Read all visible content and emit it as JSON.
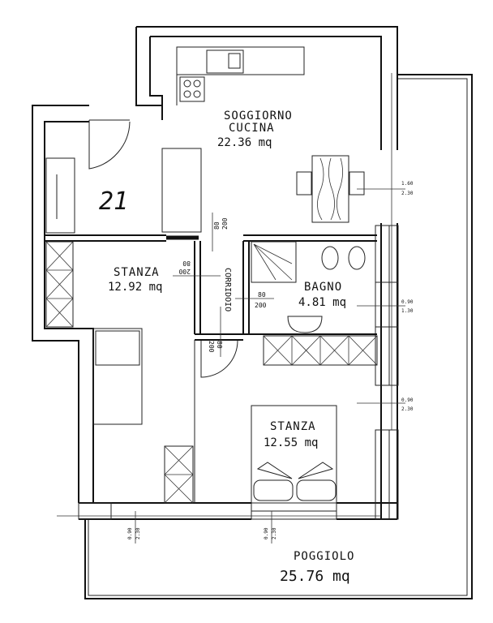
{
  "apartment_number": "21",
  "rooms": {
    "living": {
      "name": "SOGGIORNO",
      "name2": "CUCINA",
      "area": "22.36 mq"
    },
    "bedroom1": {
      "name": "STANZA",
      "area": "12.92 mq"
    },
    "corridor": {
      "name": "CORRIDOIO"
    },
    "bathroom": {
      "name": "BAGNO",
      "area": "4.81 mq"
    },
    "bedroom2": {
      "name": "STANZA",
      "area": "12.55 mq"
    },
    "balcony": {
      "name": "POGGIOLO",
      "area": "25.76 mq"
    }
  },
  "doors": [
    {
      "w": "80",
      "h": "200"
    },
    {
      "w": "80",
      "h": "200"
    },
    {
      "w": "80",
      "h": "200"
    },
    {
      "w": "80",
      "h": "200"
    }
  ],
  "windows": [
    {
      "w": "1.60",
      "h": "2.30"
    },
    {
      "w": "0.90",
      "h": "1.30"
    },
    {
      "w": "0.90",
      "h": "2.30"
    },
    {
      "w": "0.90",
      "h": "2.30"
    },
    {
      "w": "0.90",
      "h": "2.30"
    }
  ]
}
